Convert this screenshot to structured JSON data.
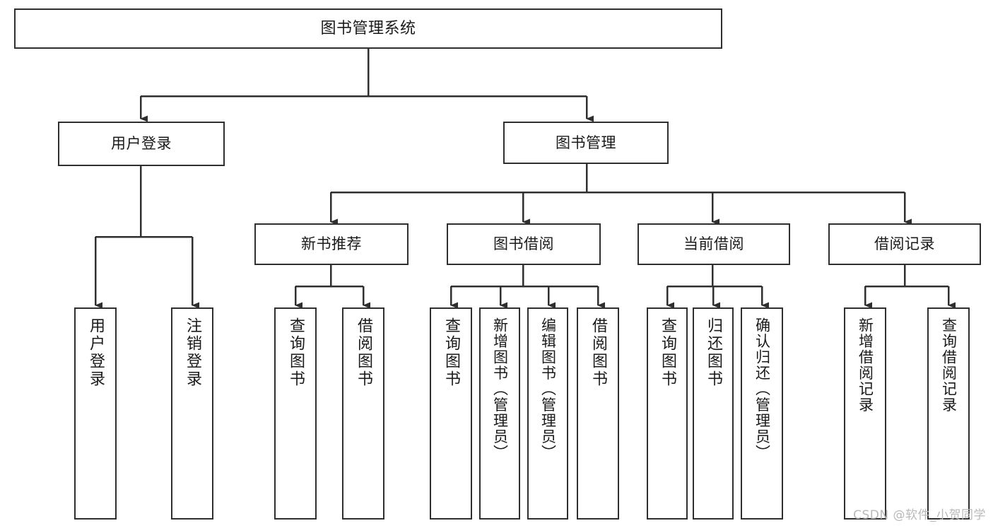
{
  "diagram": {
    "title": "图书管理系统",
    "type": "tree-hierarchy-chart",
    "root": {
      "label": "图书管理系统"
    },
    "level1": [
      {
        "label": "用户登录"
      },
      {
        "label": "图书管理"
      }
    ],
    "level2": [
      {
        "label": "新书推荐"
      },
      {
        "label": "图书借阅"
      },
      {
        "label": "当前借阅"
      },
      {
        "label": "借阅记录"
      }
    ],
    "leaves": {
      "user_login": [
        {
          "label": "用户登录"
        },
        {
          "label": "注销登录"
        }
      ],
      "new_book_recommend": [
        {
          "label": "查询图书"
        },
        {
          "label": "借阅图书"
        }
      ],
      "book_borrow": [
        {
          "label": "查询图书"
        },
        {
          "label": "新增图书（管理员）"
        },
        {
          "label": "编辑图书（管理员）"
        },
        {
          "label": "借阅图书"
        }
      ],
      "current_borrow": [
        {
          "label": "查询图书"
        },
        {
          "label": "归还图书"
        },
        {
          "label": "确认归还（管理员）"
        }
      ],
      "borrow_record": [
        {
          "label": "新增借阅记录"
        },
        {
          "label": "查询借阅记录"
        }
      ]
    }
  },
  "watermark": {
    "text": "CSDN @软件_小贺同学"
  },
  "colors": {
    "border": "#2f2f2f",
    "connector": "#2f2f2f",
    "background": "#ffffff",
    "text": "#1a1a1a",
    "watermark": "#b9b9b9"
  }
}
